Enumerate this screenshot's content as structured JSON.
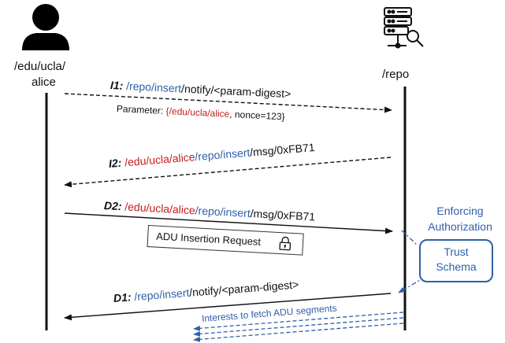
{
  "left_actor": {
    "label_line1": "/edu/ucla/",
    "label_line2": "alice",
    "icon": "user-icon"
  },
  "right_actor": {
    "label": "/repo",
    "icon": "server-search-icon"
  },
  "messages": {
    "i1": {
      "tag": "I1:",
      "prefix": "/repo/insert",
      "suffix": "/notify/<param-digest>",
      "param_label": "Parameter: ",
      "param_open": "{",
      "param_name": "/edu/ucla/alice",
      "param_rest": ", nonce=123}"
    },
    "i2": {
      "tag": "I2:",
      "name": "/edu/ucla/alice",
      "prefix": "/repo/insert",
      "suffix": "/msg/0xFB71"
    },
    "d2": {
      "tag": "D2:",
      "name": "/edu/ucla/alice",
      "prefix": "/repo/insert",
      "suffix": "/msg/0xFB71",
      "box_label": "ADU Insertion Request",
      "box_icon": "lock-icon"
    },
    "d1": {
      "tag": "D1:",
      "prefix": "/repo/insert",
      "suffix": "/notify/<param-digest>"
    }
  },
  "authorization": {
    "line1": "Enforcing",
    "line2": "Authorization"
  },
  "trust_schema": {
    "line1": "Trust",
    "line2": "Schema"
  },
  "fetch_label": "Interests to fetch ADU segments",
  "colors": {
    "blue": "#2f5fa8",
    "red": "#c41e1e",
    "line": "#111111"
  }
}
